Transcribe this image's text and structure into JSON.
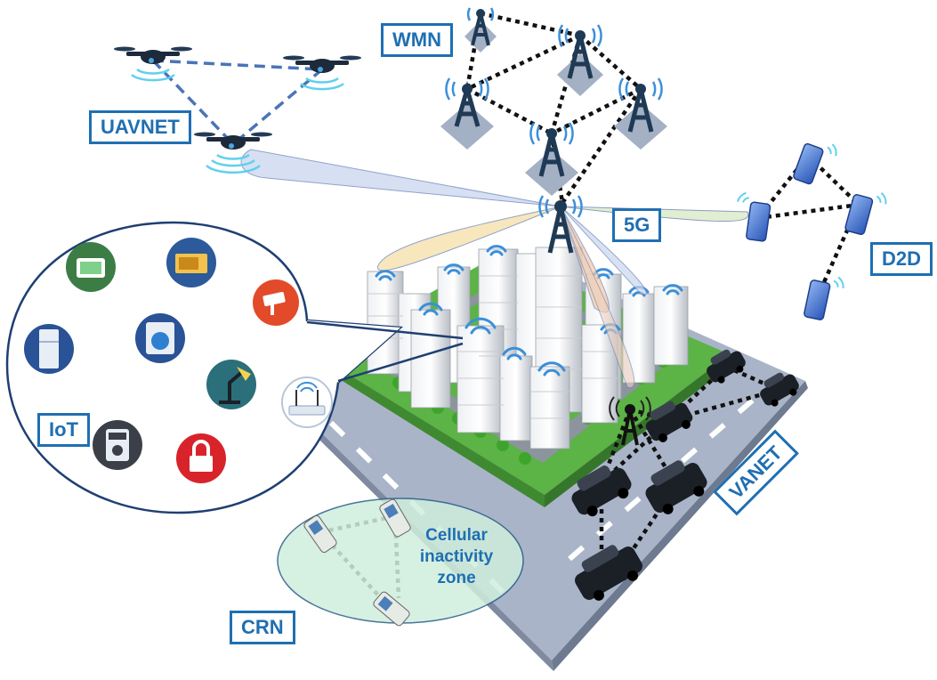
{
  "labels": {
    "wmn": "WMN",
    "uavnet": "UAVNET",
    "five_g": "5G",
    "d2d": "D2D",
    "iot": "IoT",
    "crn": "CRN",
    "vanet": "VANET"
  },
  "crn_zone": {
    "line1": "Cellular",
    "line2": "inactivity",
    "line3": "zone"
  },
  "colors": {
    "label_blue": "#1f6fb2",
    "dotted_link": "#111111",
    "uav_link": "#4a74b8",
    "road": "#a9b4c8",
    "grass": "#5cb346",
    "crn_zone": "#cfeedd"
  }
}
